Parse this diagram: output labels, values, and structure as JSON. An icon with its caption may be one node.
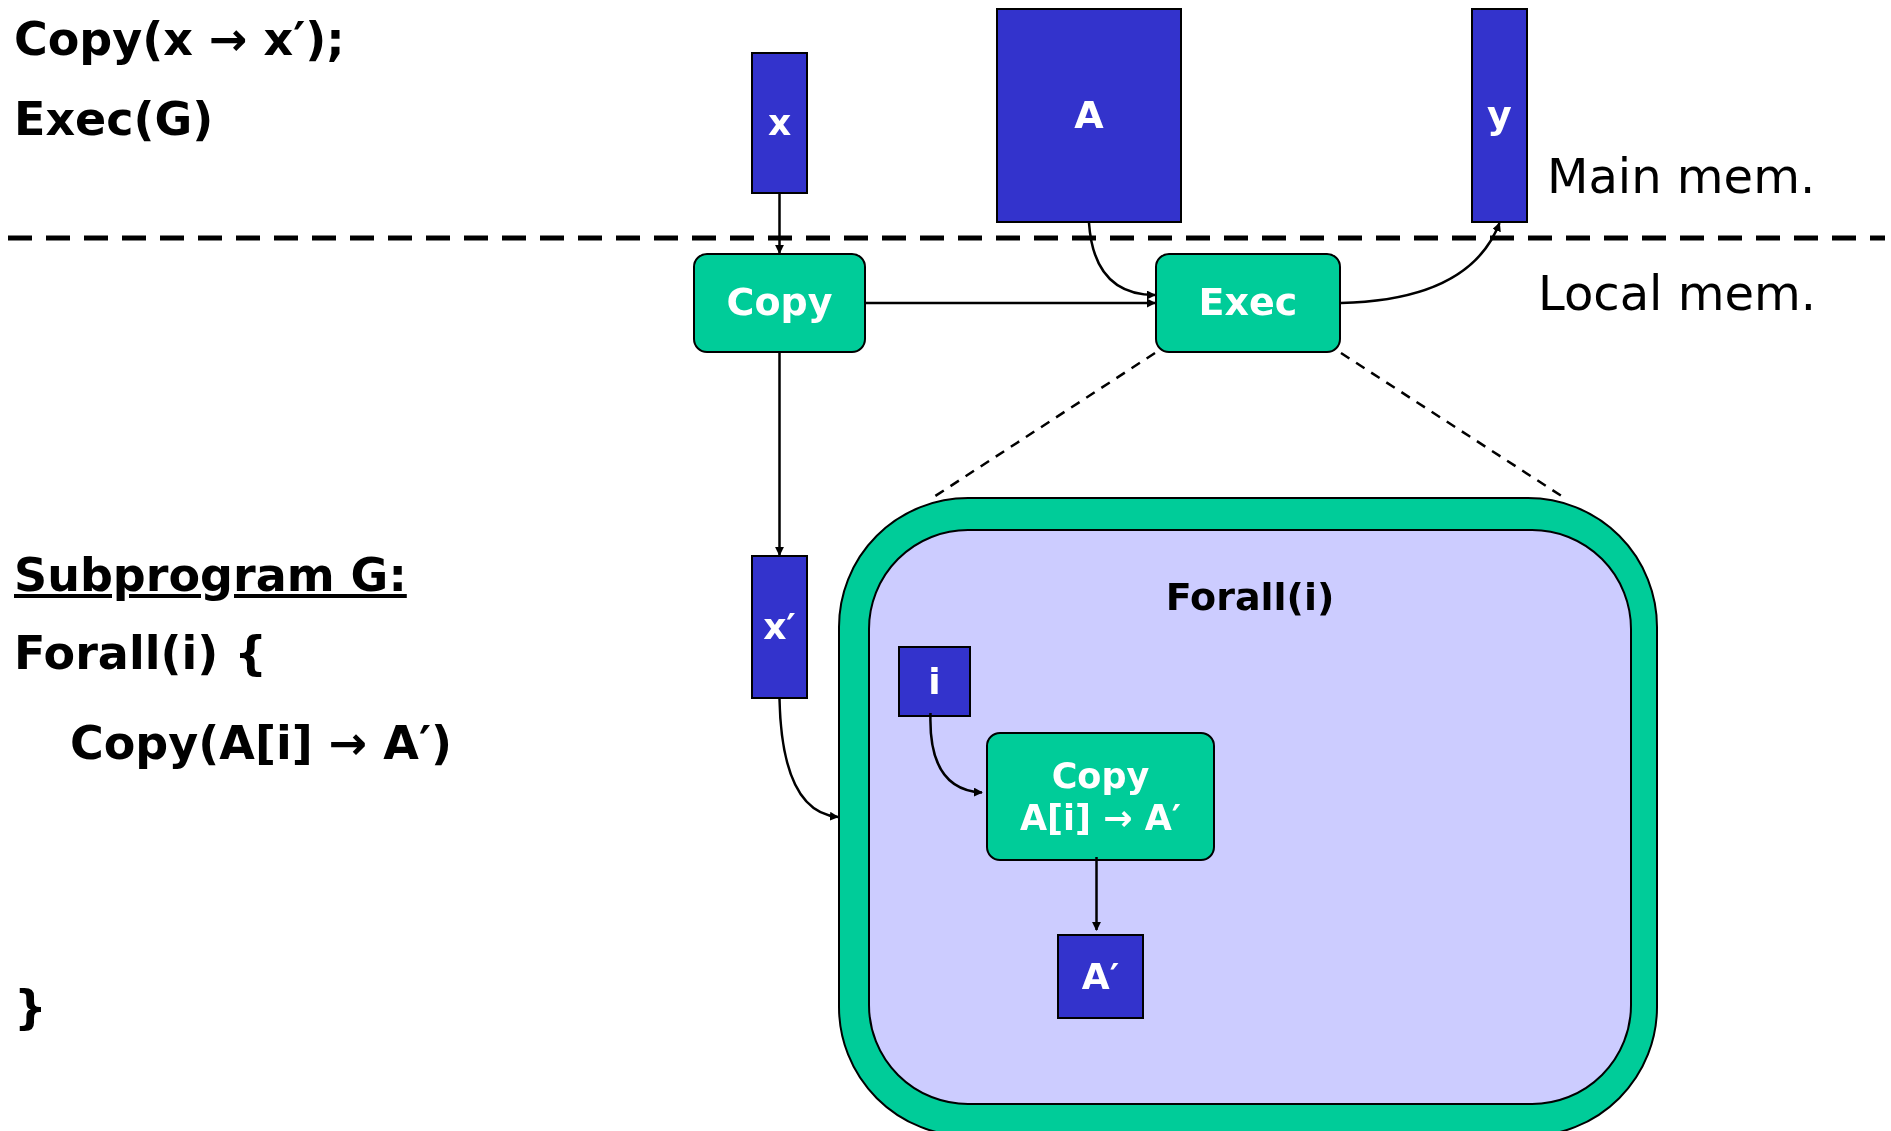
{
  "diagram": {
    "nodes": [
      {
        "text": [
          "x"
        ]
      },
      {
        "text": [
          "A"
        ]
      },
      {
        "text": [
          "y"
        ]
      },
      {
        "text": [
          "Copy"
        ]
      },
      {
        "text": [
          "Exec"
        ]
      },
      {
        "text": [
          "x′"
        ]
      },
      {
        "text": [],
        "shape": "box"
      },
      {
        "text": [
          "Forall(i)"
        ],
        "in": 6
      },
      {
        "text": [
          "i"
        ],
        "in": 7
      },
      {
        "text": [
          "Copy A[i] → A′"
        ],
        "in": 7
      },
      {
        "text": [
          "A′"
        ],
        "in": 7
      }
    ],
    "edges": [
      {
        "from": 0,
        "to": 3,
        "arrow": "to"
      },
      {
        "from": 1,
        "to": 4,
        "arrow": "to"
      },
      {
        "from": 4,
        "to": 2,
        "arrow": "to"
      },
      {
        "from": 3,
        "to": 4,
        "arrow": "to"
      },
      {
        "from": 3,
        "to": 5,
        "arrow": "to"
      },
      {
        "from": 5,
        "to": 6,
        "arrow": "to"
      },
      {
        "from": 4,
        "to": 6,
        "arrow": "none",
        "style": "dashed"
      },
      {
        "from": 4,
        "to": 6,
        "arrow": "none",
        "style": "dashed"
      },
      {
        "from": 8,
        "to": 9,
        "arrow": "to"
      },
      {
        "from": 9,
        "to": 10,
        "arrow": "to"
      }
    ],
    "labels": [
      "Copy(x → x′);",
      "Exec(G)",
      "Main mem.",
      "Local mem.",
      "Subprogram G:",
      "Forall(i) {",
      "Copy(A[i] → A′)",
      "}"
    ]
  }
}
